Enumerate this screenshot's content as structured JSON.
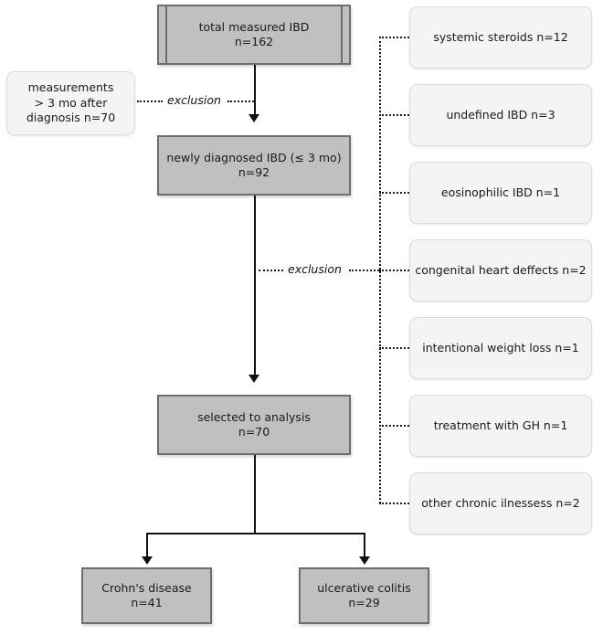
{
  "diagram": {
    "title": "IBD patient selection flowchart",
    "colors": {
      "main_box_fill": "#c0c0c0",
      "main_box_border": "#6e6e6e",
      "soft_box_fill": "#f4f4f4",
      "soft_box_border": "#dcdcdc",
      "connector": "#111111"
    },
    "main_nodes": [
      {
        "id": "total",
        "line1": "total measured IBD",
        "line2": "n=162"
      },
      {
        "id": "newly",
        "line1": "newly diagnosed IBD (≤ 3 mo)",
        "line2": "n=92"
      },
      {
        "id": "selected",
        "line1": "selected to analysis",
        "line2": "n=70"
      },
      {
        "id": "crohn",
        "line1": "Crohn's disease",
        "line2": "n=41"
      },
      {
        "id": "uc",
        "line1": "ulcerative colitis",
        "line2": "n=29"
      }
    ],
    "left_exclusion": {
      "line1": "measurements",
      "line2": "> 3 mo after",
      "line3": "diagnosis n=70"
    },
    "exclusion_labels": [
      {
        "id": "excl-1",
        "text": "exclusion"
      },
      {
        "id": "excl-2",
        "text": "exclusion"
      }
    ],
    "right_exclusions": [
      {
        "id": "steroids",
        "text": "systemic steroids n=12"
      },
      {
        "id": "undefined",
        "text": "undefined IBD n=3"
      },
      {
        "id": "eosino",
        "text": "eosinophilic IBD n=1"
      },
      {
        "id": "heart",
        "text": "congenital heart deffects n=2"
      },
      {
        "id": "weight",
        "text": "intentional weight loss n=1"
      },
      {
        "id": "gh",
        "text": "treatment with GH n=1"
      },
      {
        "id": "chronic",
        "text": "other chronic ilnessess n=2"
      }
    ]
  }
}
